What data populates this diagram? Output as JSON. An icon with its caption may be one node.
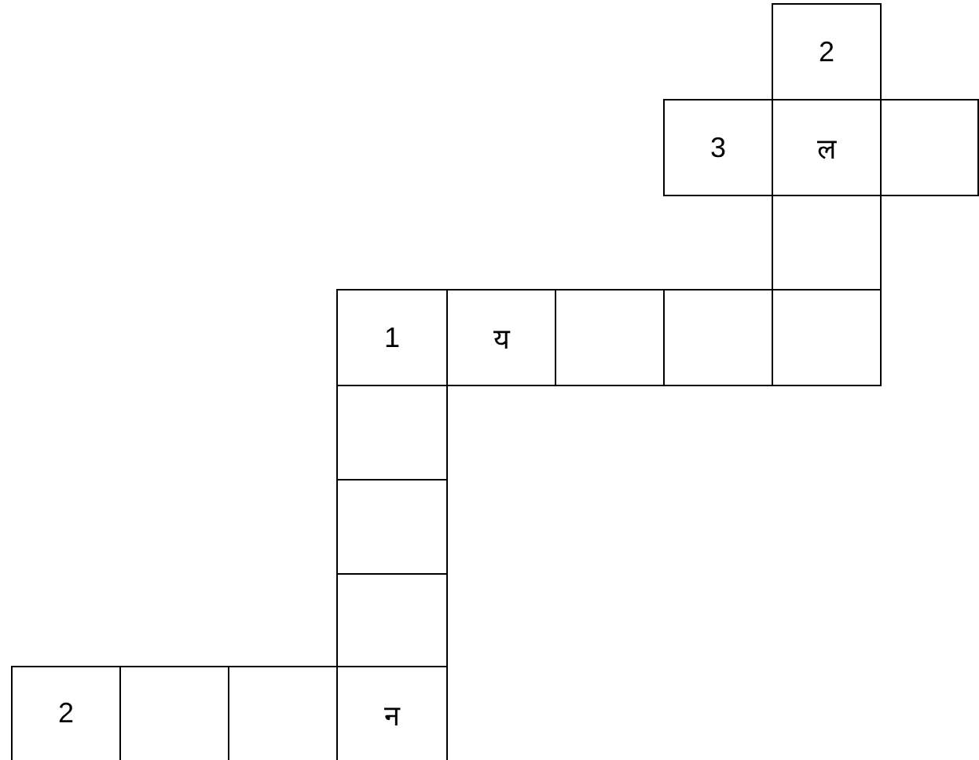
{
  "diagram": {
    "nodes": [
      {
        "text": [
          "2"
        ]
      },
      {
        "text": [
          "3"
        ]
      },
      {
        "text": [
          "ल"
        ]
      },
      {
        "text": [],
        "shape": "box"
      },
      {
        "text": [],
        "shape": "box"
      },
      {
        "text": [
          "1"
        ]
      },
      {
        "text": [
          "य"
        ]
      },
      {
        "text": [],
        "shape": "box"
      },
      {
        "text": [],
        "shape": "box"
      },
      {
        "text": [],
        "shape": "box"
      },
      {
        "text": [],
        "shape": "box"
      },
      {
        "text": [],
        "shape": "box"
      },
      {
        "text": [],
        "shape": "box"
      },
      {
        "text": [
          "2"
        ]
      },
      {
        "text": [],
        "shape": "box"
      },
      {
        "text": [],
        "shape": "box"
      },
      {
        "text": [
          "न"
        ]
      }
    ]
  }
}
